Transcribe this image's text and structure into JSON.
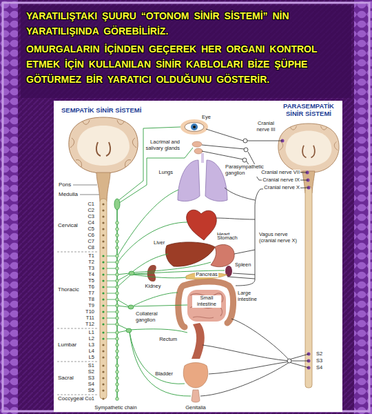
{
  "diagram": {
    "title": "YARATILIŞTAKI ŞUURU “OTONOM SİNİR SİSTEMİ” NİN YARATILIŞINDA GÖREBİLİRİZ.",
    "labels": [
      "OMURGALARIN İÇİNDEN GEÇEREK HER ORGANI KONTROL ETMEK İÇİN KULLANILAN SİNİR KABLOLARI BİZE ŞÜPHE GÖTÜRMEZ BİR YARATICI OLDUĞUNU GÖSTERİR.",
      "SEMPATİK SİNİR SİSTEMİ",
      "PARASEMPATİK SİNİR SİSTEMİ",
      "Eye",
      "Cranial nerve III",
      "Lacrimal and salivary glands",
      "Pons",
      "Medulla",
      "Lungs",
      "Parasympathetic ganglion",
      "Cranial nerve VII",
      "Cranial nerve IX",
      "Cranial nerve X",
      "Cervical",
      "C1",
      "C2",
      "C3",
      "C4",
      "C5",
      "C6",
      "C7",
      "C8",
      "Heart",
      "Thoracic",
      "T1",
      "T2",
      "T3",
      "T4",
      "T5",
      "T6",
      "T7",
      "T8",
      "T9",
      "T10",
      "T11",
      "T12",
      "Liver",
      "Stomach",
      "Vagus nerve (cranial nerve X)",
      "Spleen",
      "Pancreas",
      "Kidney",
      "Large intestine",
      "Small intestine",
      "Lumbar",
      "L1",
      "L2",
      "L3",
      "L4",
      "L5",
      "Collateral ganglion",
      "Sacral",
      "S1",
      "S2",
      "S3",
      "S4",
      "S5",
      "Rectum",
      "Coccygeal",
      "Co1",
      "Bladder",
      "S2",
      "S3",
      "S4",
      "Genitalia",
      "Sympathetic chain"
    ]
  }
}
